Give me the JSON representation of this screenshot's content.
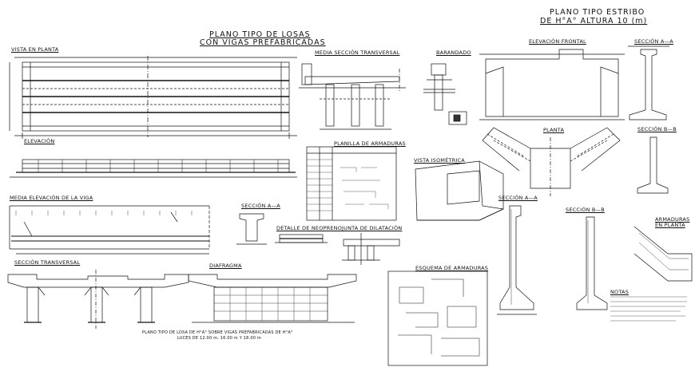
{
  "titles": {
    "main_line1": "PLANO TIPO DE LOSAS",
    "main_line2": "CON VIGAS PREFABRICADAS",
    "right_line1": "PLANO TIPO ESTRIBO",
    "right_line2": "DE H°A° ALTURA 10 (m)"
  },
  "labels": {
    "vista_planta": "VISTA EN PLANTA",
    "elevacion": "ELEVACIÓN",
    "media_elevacion_viga": "MEDIA ELEVACIÓN DE LA VIGA",
    "seccion_transversal": "SECCIÓN TRANSVERSAL",
    "media_seccion_transversal": "MEDIA SECCIÓN TRANSVERSAL",
    "barandado": "BARANDADO",
    "planilla": "PLANILLA DE ARMADURAS",
    "seccion_aa_left": "SECCIÓN A—A",
    "detalle_neopreno": "DETALLE DE NEOPRENO",
    "junta_dilatacion": "JUNTA DE DILATACIÓN",
    "diafragma": "DIAFRAGMA",
    "esquema_armaduras": "ESQUEMA DE ARMADURAS",
    "vista_isometrica": "VISTA ISOMÉTRICA",
    "elevacion_frontal": "ELEVACIÓN FRONTAL",
    "seccion_aa_right": "SECCIÓN A—A",
    "planta": "PLANTA",
    "seccion_bb_right": "SECCIÓN B—B",
    "seccion_aa_mid": "SECCIÓN A—A",
    "seccion_bb_mid": "SECCIÓN B—B",
    "armaduras_planta": "ARMADURAS EN PLANTA",
    "notas": "NOTAS",
    "footer_line1": "PLANO TIPO DE LOSA DE H°A° SOBRE VIGAS PREFABRICADAS DE H°A°",
    "footer_line2": "LUCES DE 12.00 m, 16.00 m Y 18.00 m"
  }
}
